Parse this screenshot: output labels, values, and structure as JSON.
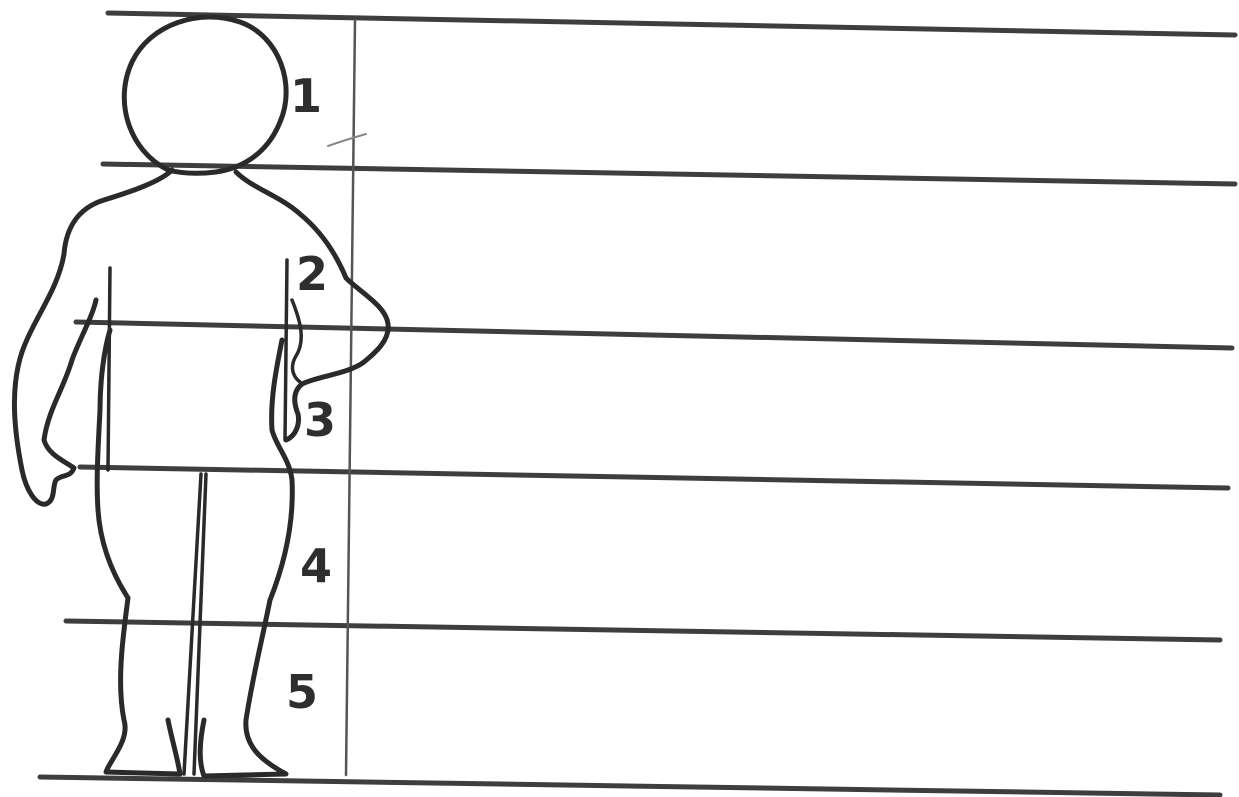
{
  "figure": {
    "description_labels": {
      "sections": [
        "1",
        "2",
        "3",
        "4",
        "5"
      ]
    },
    "colors": {
      "ink": "#2a2a2a",
      "paper": "#ffffff"
    }
  }
}
